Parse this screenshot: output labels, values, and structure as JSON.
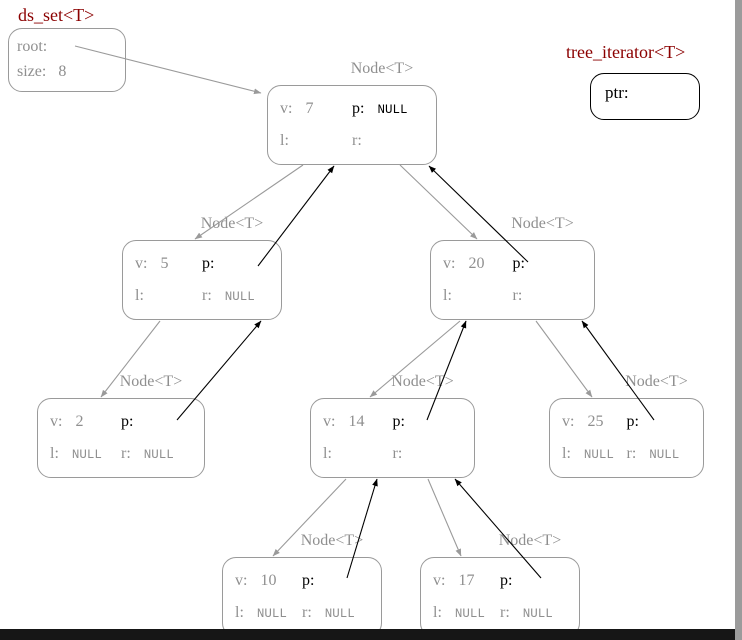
{
  "colors": {
    "struct_title": "#8b0000",
    "gray_text": "#8f8f8f",
    "black_text": "#000000",
    "node_border": "#9a9a9a",
    "bottom_bar": "#161616"
  },
  "ds_set": {
    "title": "ds_set<T>",
    "root_label": "root:",
    "root_value": "",
    "size_label": "size:",
    "size_value": "8"
  },
  "iterator": {
    "title": "tree_iterator<T>",
    "ptr_label": "ptr:",
    "ptr_value": ""
  },
  "nodes": [
    {
      "title": "Node<T>",
      "v_label": "v:",
      "v": "7",
      "p_label": "p:",
      "p": "NULL",
      "l_label": "l:",
      "l": "",
      "r_label": "r:",
      "r": ""
    },
    {
      "title": "Node<T>",
      "v_label": "v:",
      "v": "5",
      "p_label": "p:",
      "p": "",
      "l_label": "l:",
      "l": "",
      "r_label": "r:",
      "r": "NULL"
    },
    {
      "title": "Node<T>",
      "v_label": "v:",
      "v": "20",
      "p_label": "p:",
      "p": "",
      "l_label": "l:",
      "l": "",
      "r_label": "r:",
      "r": ""
    },
    {
      "title": "Node<T>",
      "v_label": "v:",
      "v": "2",
      "p_label": "p:",
      "p": "",
      "l_label": "l:",
      "l": "NULL",
      "r_label": "r:",
      "r": "NULL"
    },
    {
      "title": "Node<T>",
      "v_label": "v:",
      "v": "14",
      "p_label": "p:",
      "p": "",
      "l_label": "l:",
      "l": "",
      "r_label": "r:",
      "r": ""
    },
    {
      "title": "Node<T>",
      "v_label": "v:",
      "v": "25",
      "p_label": "p:",
      "p": "",
      "l_label": "l:",
      "l": "NULL",
      "r_label": "r:",
      "r": "NULL"
    },
    {
      "title": "Node<T>",
      "v_label": "v:",
      "v": "10",
      "p_label": "p:",
      "p": "",
      "l_label": "l:",
      "l": "NULL",
      "r_label": "r:",
      "r": "NULL"
    },
    {
      "title": "Node<T>",
      "v_label": "v:",
      "v": "17",
      "p_label": "p:",
      "p": "",
      "l_label": "l:",
      "l": "NULL",
      "r_label": "r:",
      "r": "NULL"
    }
  ],
  "edges": {
    "child_pointers": [
      "root->7",
      "7.l->5",
      "7.r->20",
      "5.l->2",
      "20.l->14",
      "20.r->25",
      "14.l->10",
      "14.r->17"
    ],
    "parent_pointers": [
      "5.p->7",
      "20.p->7",
      "2.p->5",
      "14.p->20",
      "25.p->20",
      "10.p->14",
      "17.p->14"
    ]
  }
}
